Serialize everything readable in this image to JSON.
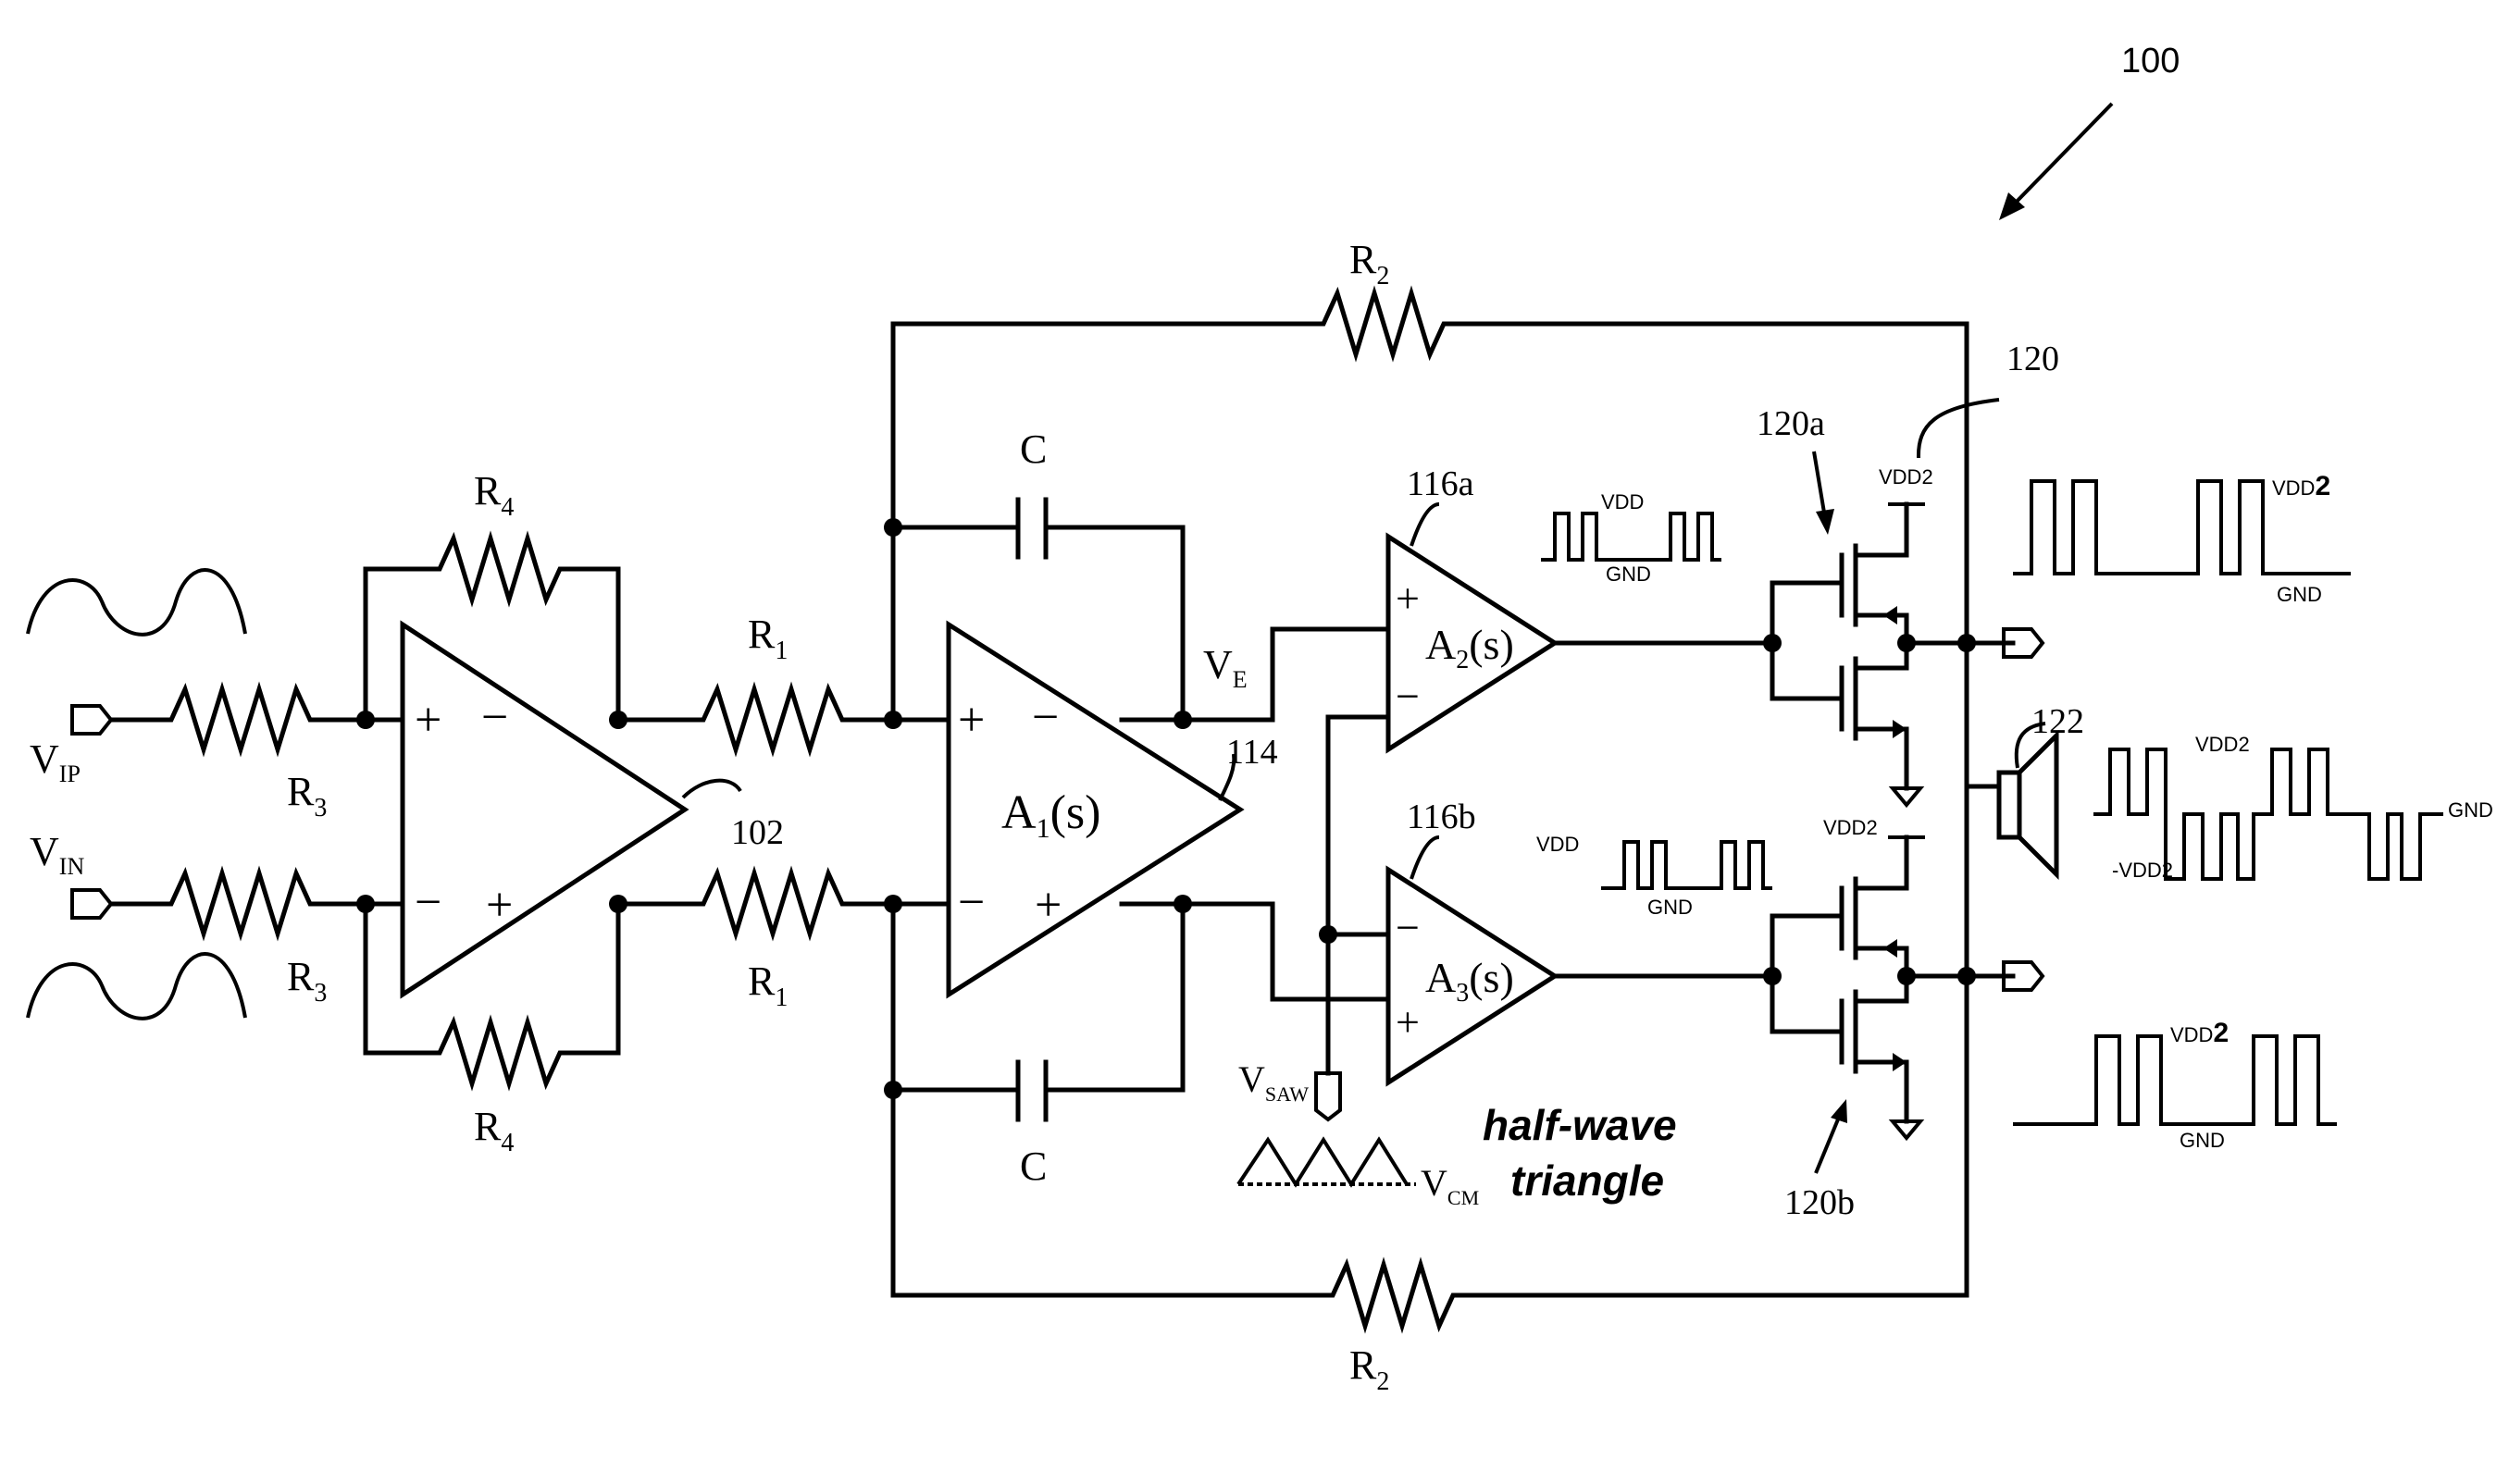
{
  "labels": {
    "fig_ref": "100",
    "r2_top": "R",
    "r2_top_sub": "2",
    "r2_bot": "R",
    "r2_bot_sub": "2",
    "r4_top": "R",
    "r4_top_sub": "4",
    "r4_bot": "R",
    "r4_bot_sub": "4",
    "r1_top": "R",
    "r1_top_sub": "1",
    "r1_bot": "R",
    "r1_bot_sub": "1",
    "r3_top": "R",
    "r3_top_sub": "3",
    "r3_bot": "R",
    "r3_bot_sub": "3",
    "c_top": "C",
    "c_bot": "C",
    "vip": "V",
    "vip_sub": "IP",
    "vin": "V",
    "vin_sub": "IN",
    "ve": "V",
    "ve_sub": "E",
    "vsaw": "V",
    "vsaw_sub": "SAW",
    "vcm": "V",
    "vcm_sub": "CM",
    "ref_102": "102",
    "ref_114": "114",
    "ref_116a": "116a",
    "ref_116b": "116b",
    "ref_120": "120",
    "ref_120a": "120a",
    "ref_120b": "120b",
    "ref_122": "122",
    "a1_main": "A",
    "a1_sub": "1",
    "a1_tail": "(s)",
    "a2_main": "A",
    "a2_sub": "2",
    "a2_tail": "(s)",
    "a3_main": "A",
    "a3_sub": "3",
    "a3_tail": "(s)",
    "half_wave": "half-wave",
    "triangle": "triangle",
    "vdd": "VDD",
    "gnd": "GND",
    "vdd2": "VDD2",
    "vdd2_bold": "VDD",
    "vdd2_bold_suffix": "2",
    "neg_vdd2": "-VDD2",
    "plus": "+",
    "minus": "−"
  }
}
